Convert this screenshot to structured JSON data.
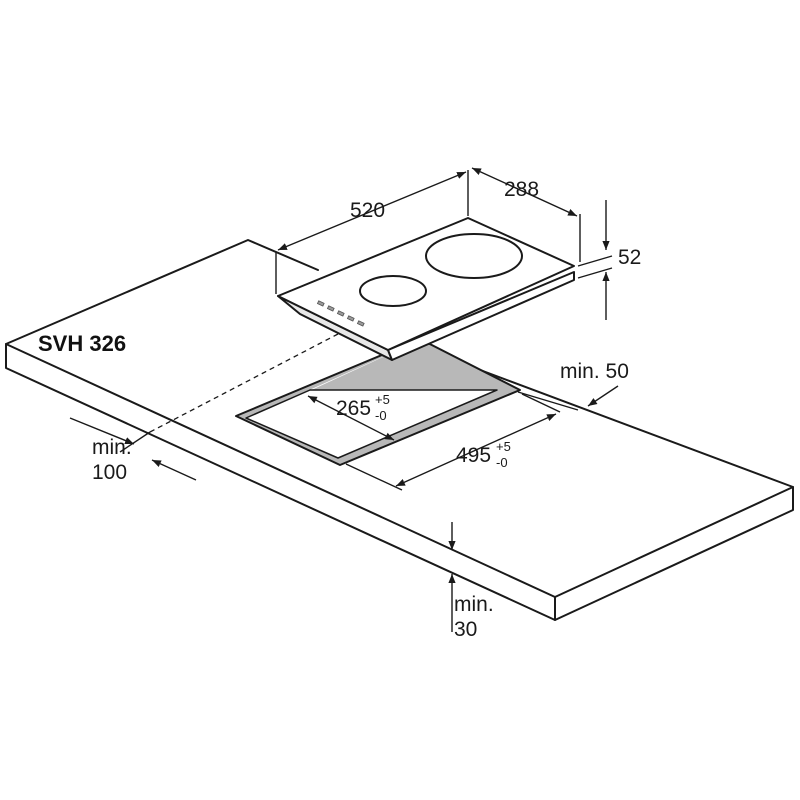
{
  "model_label": "SVH 326",
  "dimensions": {
    "hob_width": "520",
    "hob_depth": "288",
    "hob_height": "52",
    "min_side": {
      "line1": "min.",
      "line2": "50"
    },
    "min_front": {
      "line1": "min.",
      "line2": "100"
    },
    "min_thickness": {
      "line1": "min.",
      "line2": "30"
    },
    "cutout_depth": {
      "value": "265",
      "tol_plus": "+5",
      "tol_minus": "-0"
    },
    "cutout_width": {
      "value": "495",
      "tol_plus": "+5",
      "tol_minus": "-0"
    }
  },
  "colors": {
    "line": "#1a1a1a",
    "cutout_fill": "#b8b8b8",
    "background": "#ffffff"
  }
}
